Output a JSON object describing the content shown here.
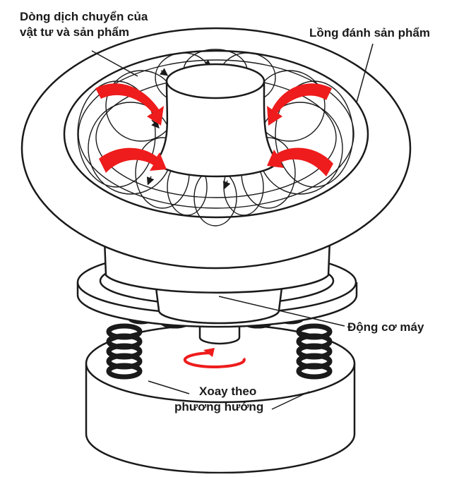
{
  "labels": {
    "flow": [
      "Dòng dịch chuyển của",
      "vật tư và sản phẩm"
    ],
    "bowl": "Lồng đánh sản phẩm",
    "motor": "Động cơ máy",
    "rotation": [
      "Xoay theo",
      "phương hướng"
    ]
  },
  "colors": {
    "line": "#1a1a1a",
    "arrow": "#ee1c1c",
    "fill": "#ffffff"
  }
}
